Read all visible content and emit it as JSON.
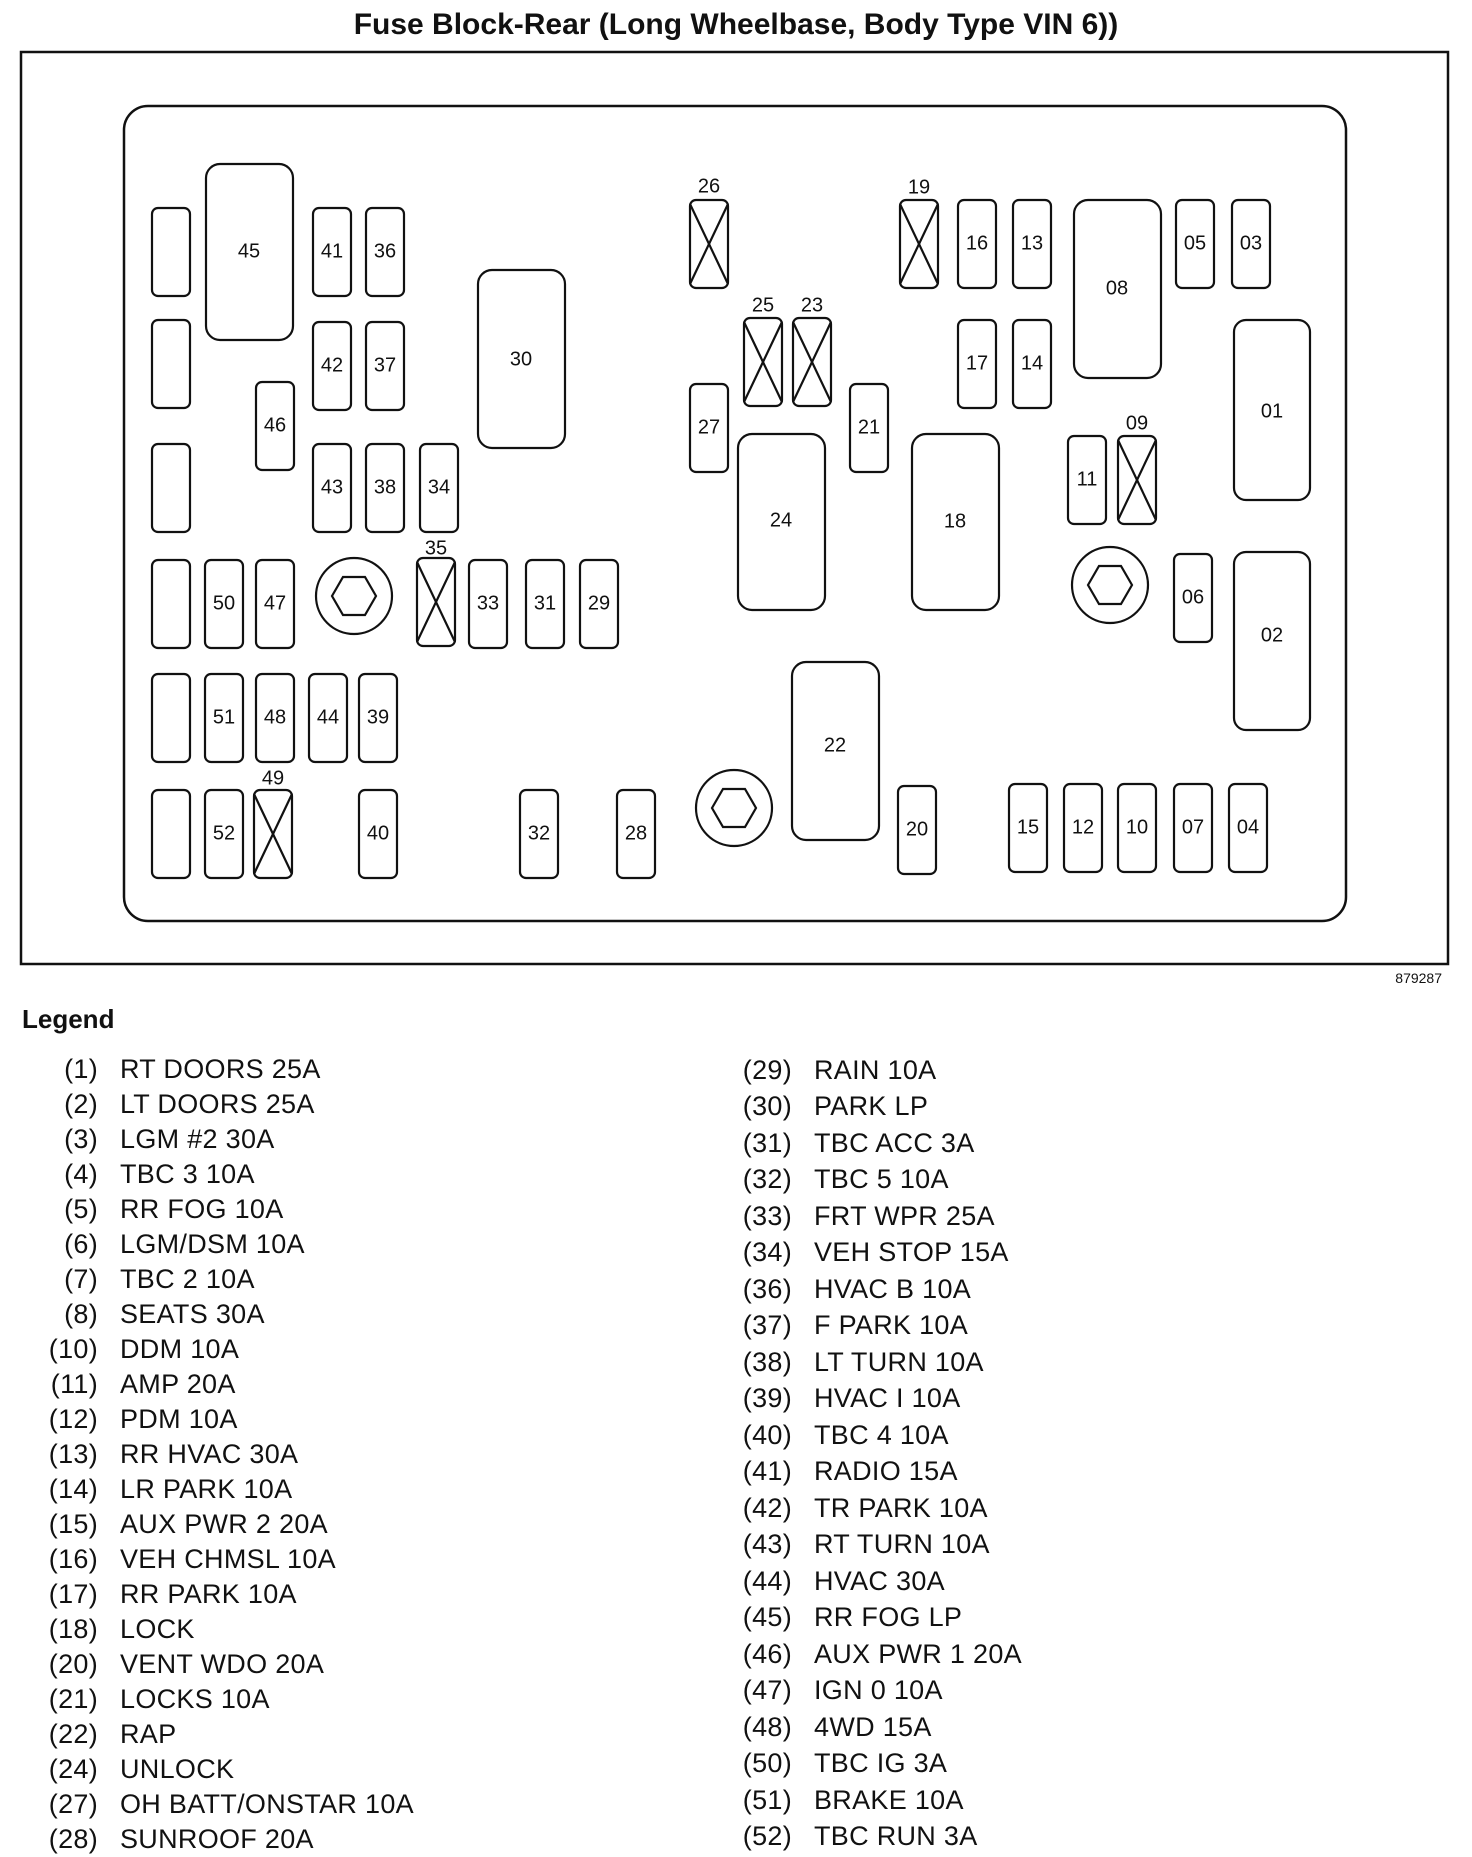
{
  "title": "Fuse Block-Rear (Long Wheelbase, Body Type VIN 6))",
  "figure_number": "879287",
  "legend_title": "Legend",
  "slots": {
    "s45": "45",
    "s41": "41",
    "s36": "36",
    "s42": "42",
    "s37": "37",
    "s46": "46",
    "s43": "43",
    "s38": "38",
    "s34": "34",
    "s30": "30",
    "s35": "35",
    "s33": "33",
    "s31": "31",
    "s29": "29",
    "s50": "50",
    "s47": "47",
    "s51": "51",
    "s48": "48",
    "s44": "44",
    "s39": "39",
    "s52": "52",
    "s49": "49",
    "s40": "40",
    "s32": "32",
    "s28": "28",
    "s26": "26",
    "s25": "25",
    "s23": "23",
    "s27": "27",
    "s24": "24",
    "s21": "21",
    "s22": "22",
    "s20": "20",
    "s19": "19",
    "s16": "16",
    "s13": "13",
    "s17": "17",
    "s14": "14",
    "s18": "18",
    "s08": "08",
    "s05": "05",
    "s03": "03",
    "s01": "01",
    "s09": "09",
    "s11": "11",
    "s06": "06",
    "s02": "02",
    "s15": "15",
    "s12": "12",
    "s10": "10",
    "s07": "07",
    "s04": "04"
  },
  "legend_left": [
    {
      "num": "(1)",
      "label": "RT DOORS 25A"
    },
    {
      "num": "(2)",
      "label": "LT DOORS 25A"
    },
    {
      "num": "(3)",
      "label": "LGM #2 30A"
    },
    {
      "num": "(4)",
      "label": "TBC 3 10A"
    },
    {
      "num": "(5)",
      "label": "RR FOG 10A"
    },
    {
      "num": "(6)",
      "label": "LGM/DSM 10A"
    },
    {
      "num": "(7)",
      "label": "TBC 2 10A"
    },
    {
      "num": "(8)",
      "label": "SEATS 30A"
    },
    {
      "num": "(10)",
      "label": "DDM 10A"
    },
    {
      "num": "(11)",
      "label": "AMP 20A"
    },
    {
      "num": "(12)",
      "label": "PDM 10A"
    },
    {
      "num": "(13)",
      "label": "RR HVAC 30A"
    },
    {
      "num": "(14)",
      "label": "LR PARK 10A"
    },
    {
      "num": "(15)",
      "label": "AUX PWR 2 20A"
    },
    {
      "num": "(16)",
      "label": "VEH CHMSL 10A"
    },
    {
      "num": "(17)",
      "label": "RR PARK 10A"
    },
    {
      "num": "(18)",
      "label": "LOCK"
    },
    {
      "num": "(20)",
      "label": "VENT WDO 20A"
    },
    {
      "num": "(21)",
      "label": "LOCKS 10A"
    },
    {
      "num": "(22)",
      "label": "RAP"
    },
    {
      "num": "(24)",
      "label": "UNLOCK"
    },
    {
      "num": "(27)",
      "label": "OH BATT/ONSTAR 10A"
    },
    {
      "num": "(28)",
      "label": "SUNROOF 20A"
    }
  ],
  "legend_right": [
    {
      "num": "(29)",
      "label": "RAIN 10A"
    },
    {
      "num": "(30)",
      "label": "PARK LP"
    },
    {
      "num": "(31)",
      "label": "TBC ACC 3A"
    },
    {
      "num": "(32)",
      "label": "TBC 5 10A"
    },
    {
      "num": "(33)",
      "label": "FRT WPR 25A"
    },
    {
      "num": "(34)",
      "label": "VEH STOP 15A"
    },
    {
      "num": "(36)",
      "label": "HVAC B 10A"
    },
    {
      "num": "(37)",
      "label": "F PARK 10A"
    },
    {
      "num": "(38)",
      "label": "LT TURN 10A"
    },
    {
      "num": "(39)",
      "label": "HVAC I 10A"
    },
    {
      "num": "(40)",
      "label": "TBC 4 10A"
    },
    {
      "num": "(41)",
      "label": "RADIO 15A"
    },
    {
      "num": "(42)",
      "label": "TR PARK 10A"
    },
    {
      "num": "(43)",
      "label": "RT TURN 10A"
    },
    {
      "num": "(44)",
      "label": "HVAC 30A"
    },
    {
      "num": "(45)",
      "label": "RR FOG LP"
    },
    {
      "num": "(46)",
      "label": "AUX PWR 1 20A"
    },
    {
      "num": "(47)",
      "label": "IGN 0 10A"
    },
    {
      "num": "(48)",
      "label": "4WD 15A"
    },
    {
      "num": "(50)",
      "label": "TBC IG 3A"
    },
    {
      "num": "(51)",
      "label": "BRAKE 10A"
    },
    {
      "num": "(52)",
      "label": "TBC RUN 3A"
    }
  ]
}
